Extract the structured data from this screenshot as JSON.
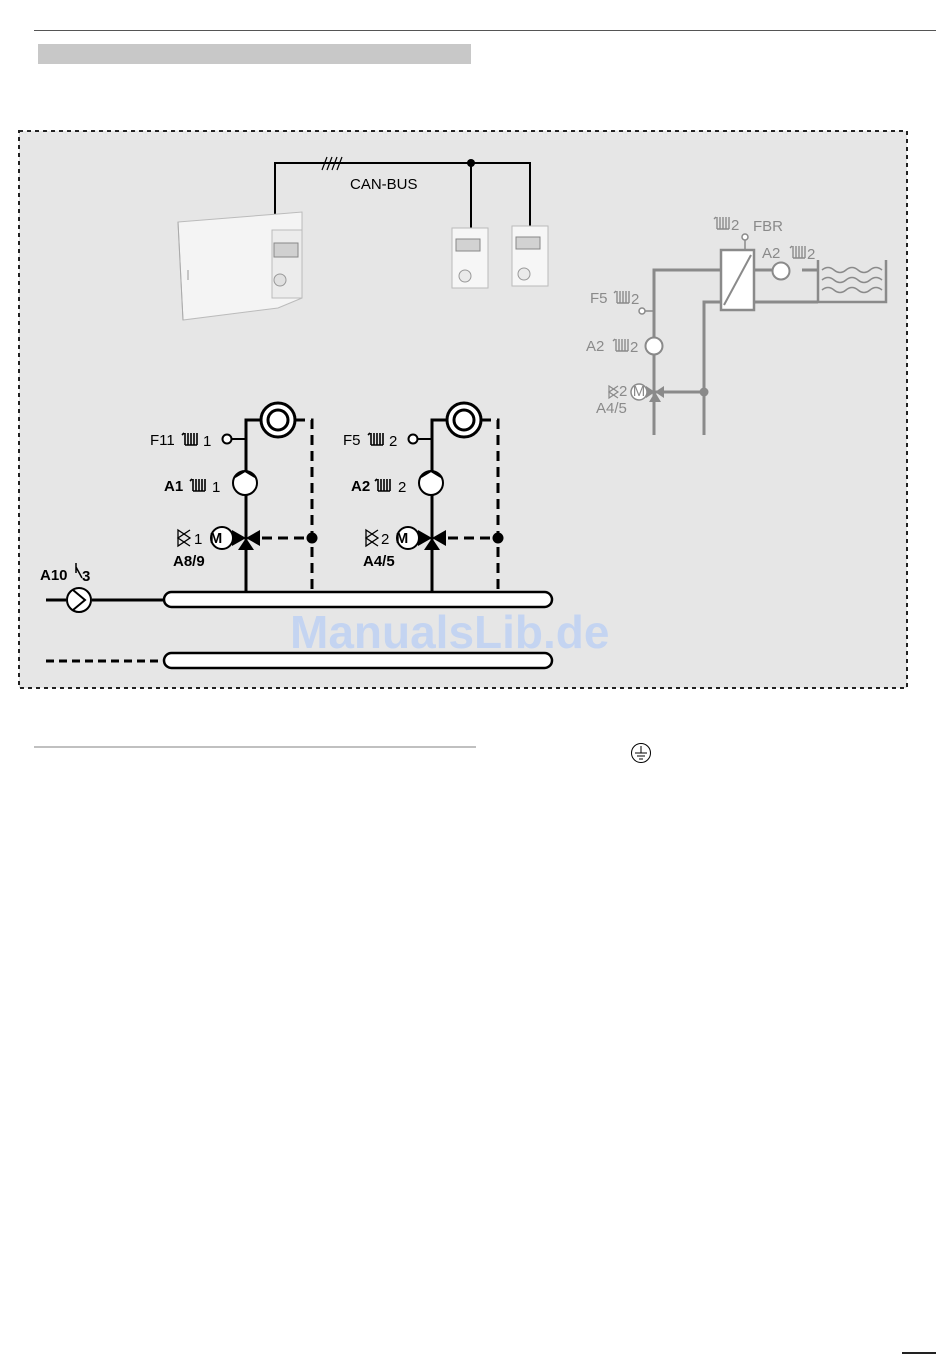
{
  "diagram": {
    "bus_label": "CAN-BUS",
    "left_circuit": {
      "sensor_label": "F11",
      "sensor_index": "1",
      "pump_label": "A1",
      "pump_index": "1",
      "valve_index": "1",
      "valve_outputs": "A8/9"
    },
    "right_circuit": {
      "sensor_label": "F5",
      "sensor_index": "2",
      "pump_label": "A2",
      "pump_index": "2",
      "valve_index": "2",
      "valve_outputs": "A4/5"
    },
    "boiler_pump_label": "A10",
    "boiler_pump_index": "3",
    "floor_heating": {
      "radiator_index": "2",
      "fbr_label": "FBR",
      "pump_label": "A2",
      "pump_index": "2",
      "sensor_label": "F5",
      "sensor_index": "2",
      "pump2_label": "A2",
      "pump2_index": "2",
      "valve_index": "2",
      "valve_outputs": "A4/5"
    },
    "watermark": "ManualsLib.de"
  },
  "colors": {
    "diagram_background": "#e6e6e6",
    "heading_bar": "#c8c8c8",
    "faded_component": "#8a8a8a"
  }
}
